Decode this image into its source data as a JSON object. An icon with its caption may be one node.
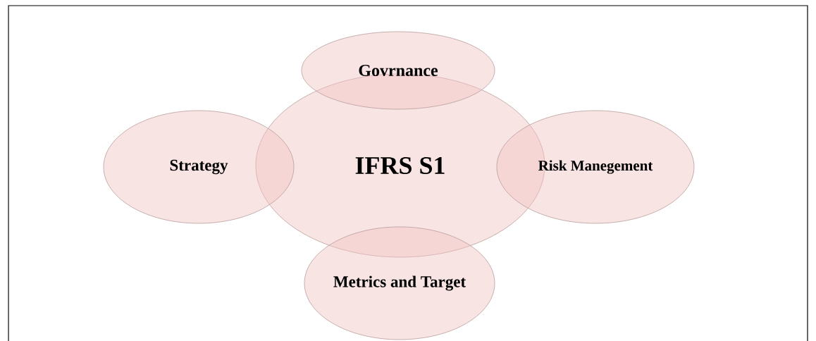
{
  "diagram": {
    "nodes": [
      {
        "text": [
          "Govrnance"
        ]
      },
      {
        "text": [
          "Strategy"
        ]
      },
      {
        "text": [
          "IFRS S1"
        ]
      },
      {
        "text": [
          "Risk Manegement"
        ]
      },
      {
        "text": [
          "Metrics and Target"
        ]
      }
    ]
  }
}
